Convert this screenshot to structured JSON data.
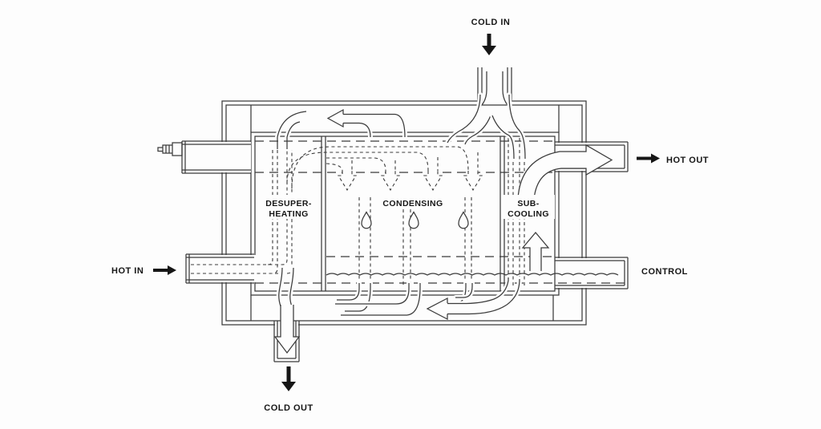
{
  "diagram": {
    "background": "#fdfdfd",
    "line_color": "#3b3b3b",
    "text_color": "#161616",
    "ports": {
      "cold_in": {
        "label": "COLD IN"
      },
      "hot_out": {
        "label": "HOT OUT"
      },
      "hot_in": {
        "label": "HOT IN"
      },
      "control": {
        "label": "CONTROL"
      },
      "cold_out": {
        "label": "COLD OUT"
      }
    },
    "zones": {
      "desuperheating": {
        "line1": "DESUPER-",
        "line2": "HEATING"
      },
      "condensing": {
        "label": "CONDENSING"
      },
      "subcooling": {
        "line1": "SUB-",
        "line2": "COOLING"
      }
    }
  }
}
